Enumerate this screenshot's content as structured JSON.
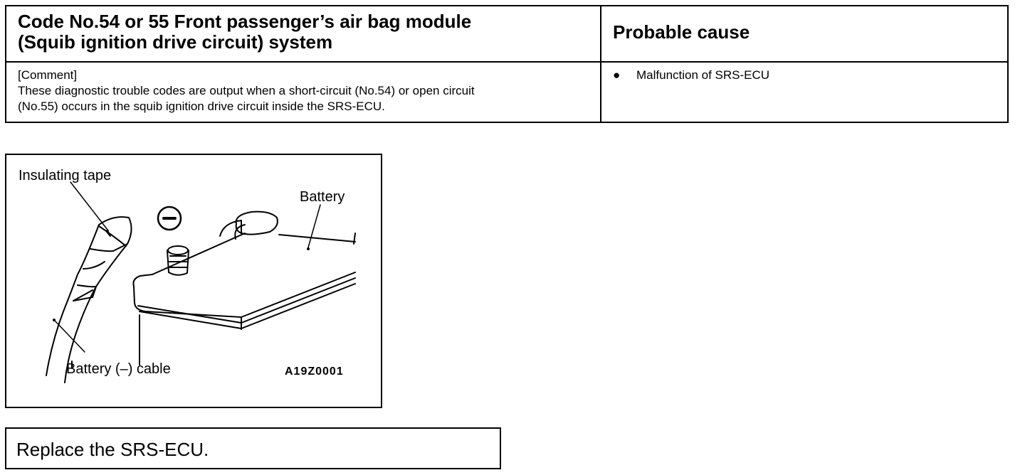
{
  "table": {
    "header_left_line1": "Code No.54 or 55  Front passenger’s air bag module",
    "header_left_line2": "(Squib ignition drive circuit) system",
    "header_right": "Probable cause",
    "comment_label": "[Comment]",
    "comment_line1": "These diagnostic trouble codes are output when a short-circuit (No.54) or open circuit",
    "comment_line2": "(No.55) occurs in the squib ignition drive circuit inside the SRS-ECU.",
    "causes": [
      "Malfunction of SRS-ECU"
    ]
  },
  "figure": {
    "label_tape": "Insulating tape",
    "label_battery": "Battery",
    "label_cable": "Battery (–) cable",
    "figure_code": "A19Z0001",
    "icons": [
      "minus-terminal-icon",
      "battery-illustration",
      "cable-illustration"
    ]
  },
  "action": {
    "text": "Replace the SRS-ECU."
  }
}
